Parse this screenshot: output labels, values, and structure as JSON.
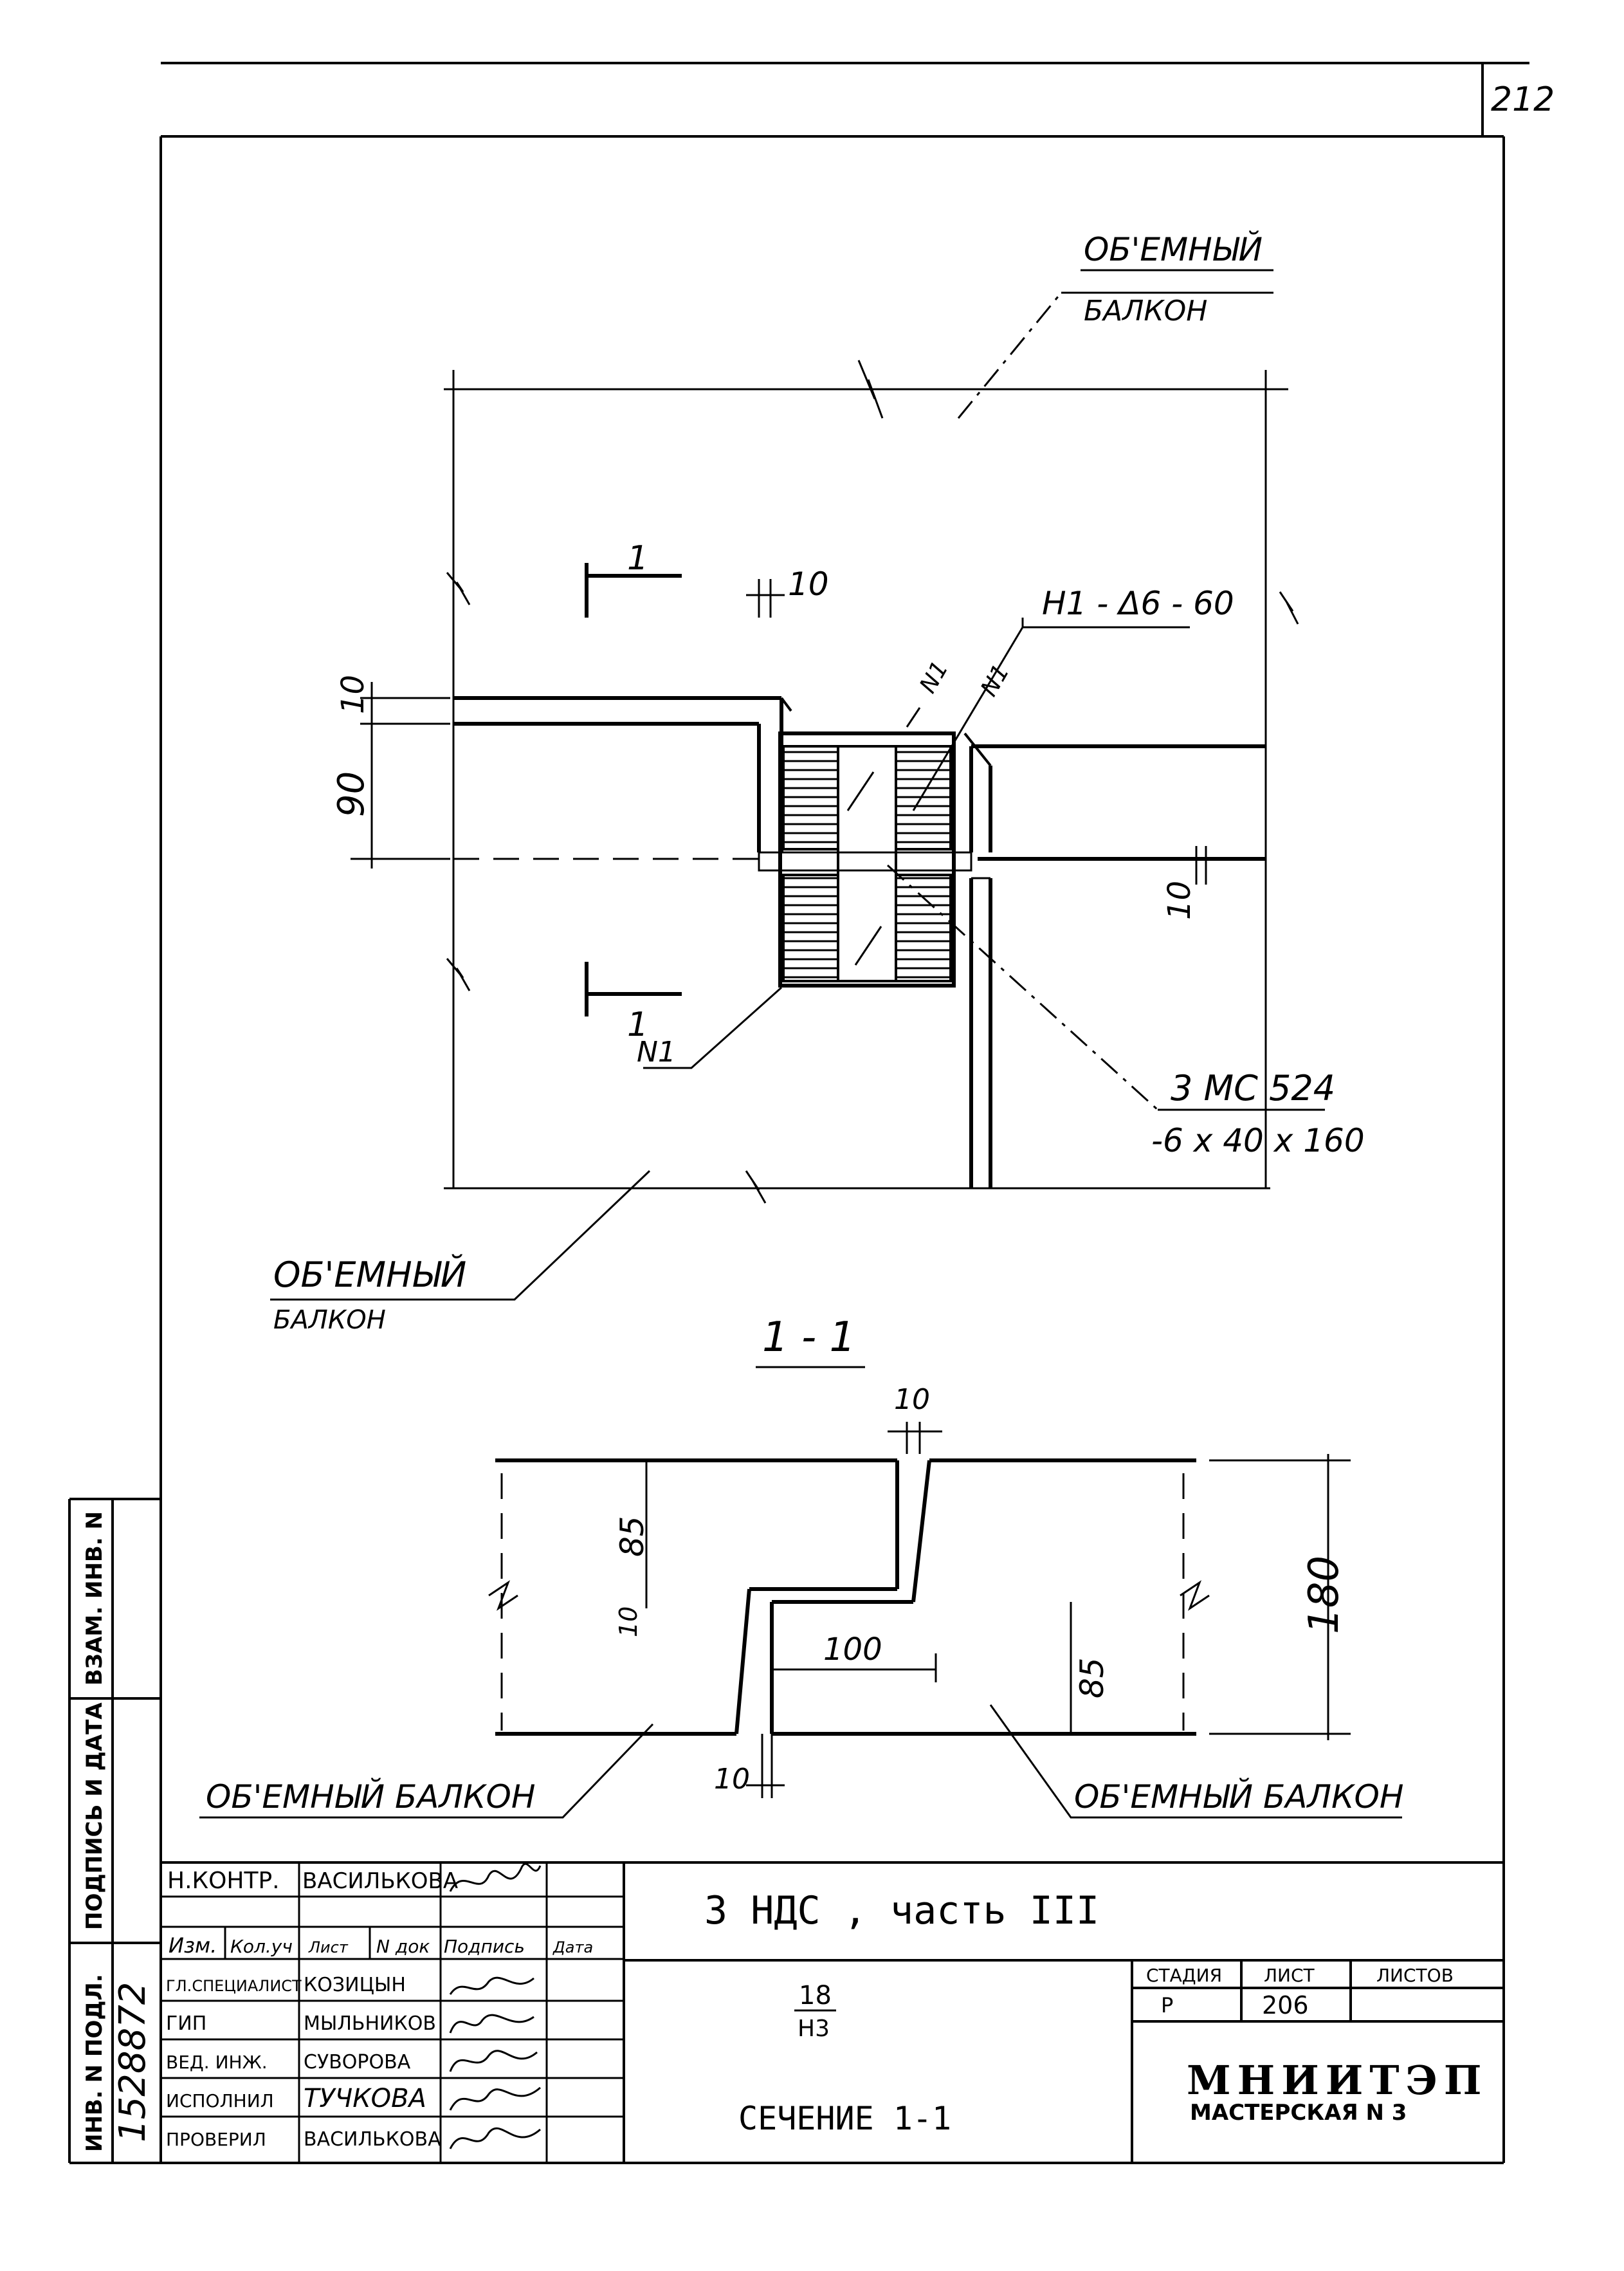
{
  "sheet_number_corner": "212",
  "plan": {
    "label_top_line1": "ОБ'ЕМНЫЙ",
    "label_top_line2": "БАЛКОН",
    "section_mark_top": "1",
    "section_mark_bottom": "1",
    "dim_10_top": "10",
    "dim_10_left": "10",
    "dim_90": "90",
    "dim_10_right": "10",
    "weld_label": "Н1 - Δ6 - 60",
    "weld_mark_a": "N1",
    "weld_mark_b": "N1",
    "weld_mark_c": "N1",
    "part_label_line1": "3 МС 524",
    "part_label_line2": "-6 х 40 х 160",
    "label_bottom_line1": "ОБ'ЕМНЫЙ",
    "label_bottom_line2": "БАЛКОН"
  },
  "section": {
    "title": "1 - 1",
    "dim_top_10": "10",
    "dim_85_left": "85",
    "dim_10_mid": "10",
    "dim_100": "100",
    "dim_85_right": "85",
    "dim_180": "180",
    "dim_10_bottom": "10",
    "label_left": "ОБ'ЕМНЫЙ БАЛКОН",
    "label_right": "ОБ'ЕМНЫЙ БАЛКОН"
  },
  "side_stamp": {
    "col1": "ВЗАМ. ИНВ. N",
    "col2": "ПОДПИСЬ И ДАТА",
    "col3": "ИНВ. N ПОДЛ.",
    "inv_number": "1528872"
  },
  "title_block": {
    "rows_top": [
      {
        "role": "Н.КОНТР.",
        "name": "ВАСИЛЬКОВА"
      }
    ],
    "header_cells": [
      "Изм.",
      "Кол.уч",
      "Лист",
      "N док",
      "Подпись",
      "Дата"
    ],
    "rows": [
      {
        "role": "ГЛ.СПЕЦИАЛИСТ",
        "name": "КОЗИЦЫН"
      },
      {
        "role": "ГИП",
        "name": "МЫЛЬНИКОВ"
      },
      {
        "role": "ВЕД. ИНЖ.",
        "name": "СУВОРОВА"
      },
      {
        "role": "ИСПОЛНИЛ",
        "name": "ТУЧКОВА"
      },
      {
        "role": "ПРОВЕРИЛ",
        "name": "ВАСИЛЬКОВА"
      }
    ],
    "project_title": "3 НДС , часть III",
    "fraction_top": "18",
    "fraction_bottom": "Н3",
    "sheet_name": "СЕЧЕНИЕ 1-1",
    "stage_header": "СТАДИЯ",
    "sheet_header": "ЛИСТ",
    "sheets_header": "ЛИСТОВ",
    "stage_value": "Р",
    "sheet_value": "206",
    "org_line1": "МНИИТЭП",
    "org_line2": "МАСТЕРСКАЯ N 3"
  }
}
